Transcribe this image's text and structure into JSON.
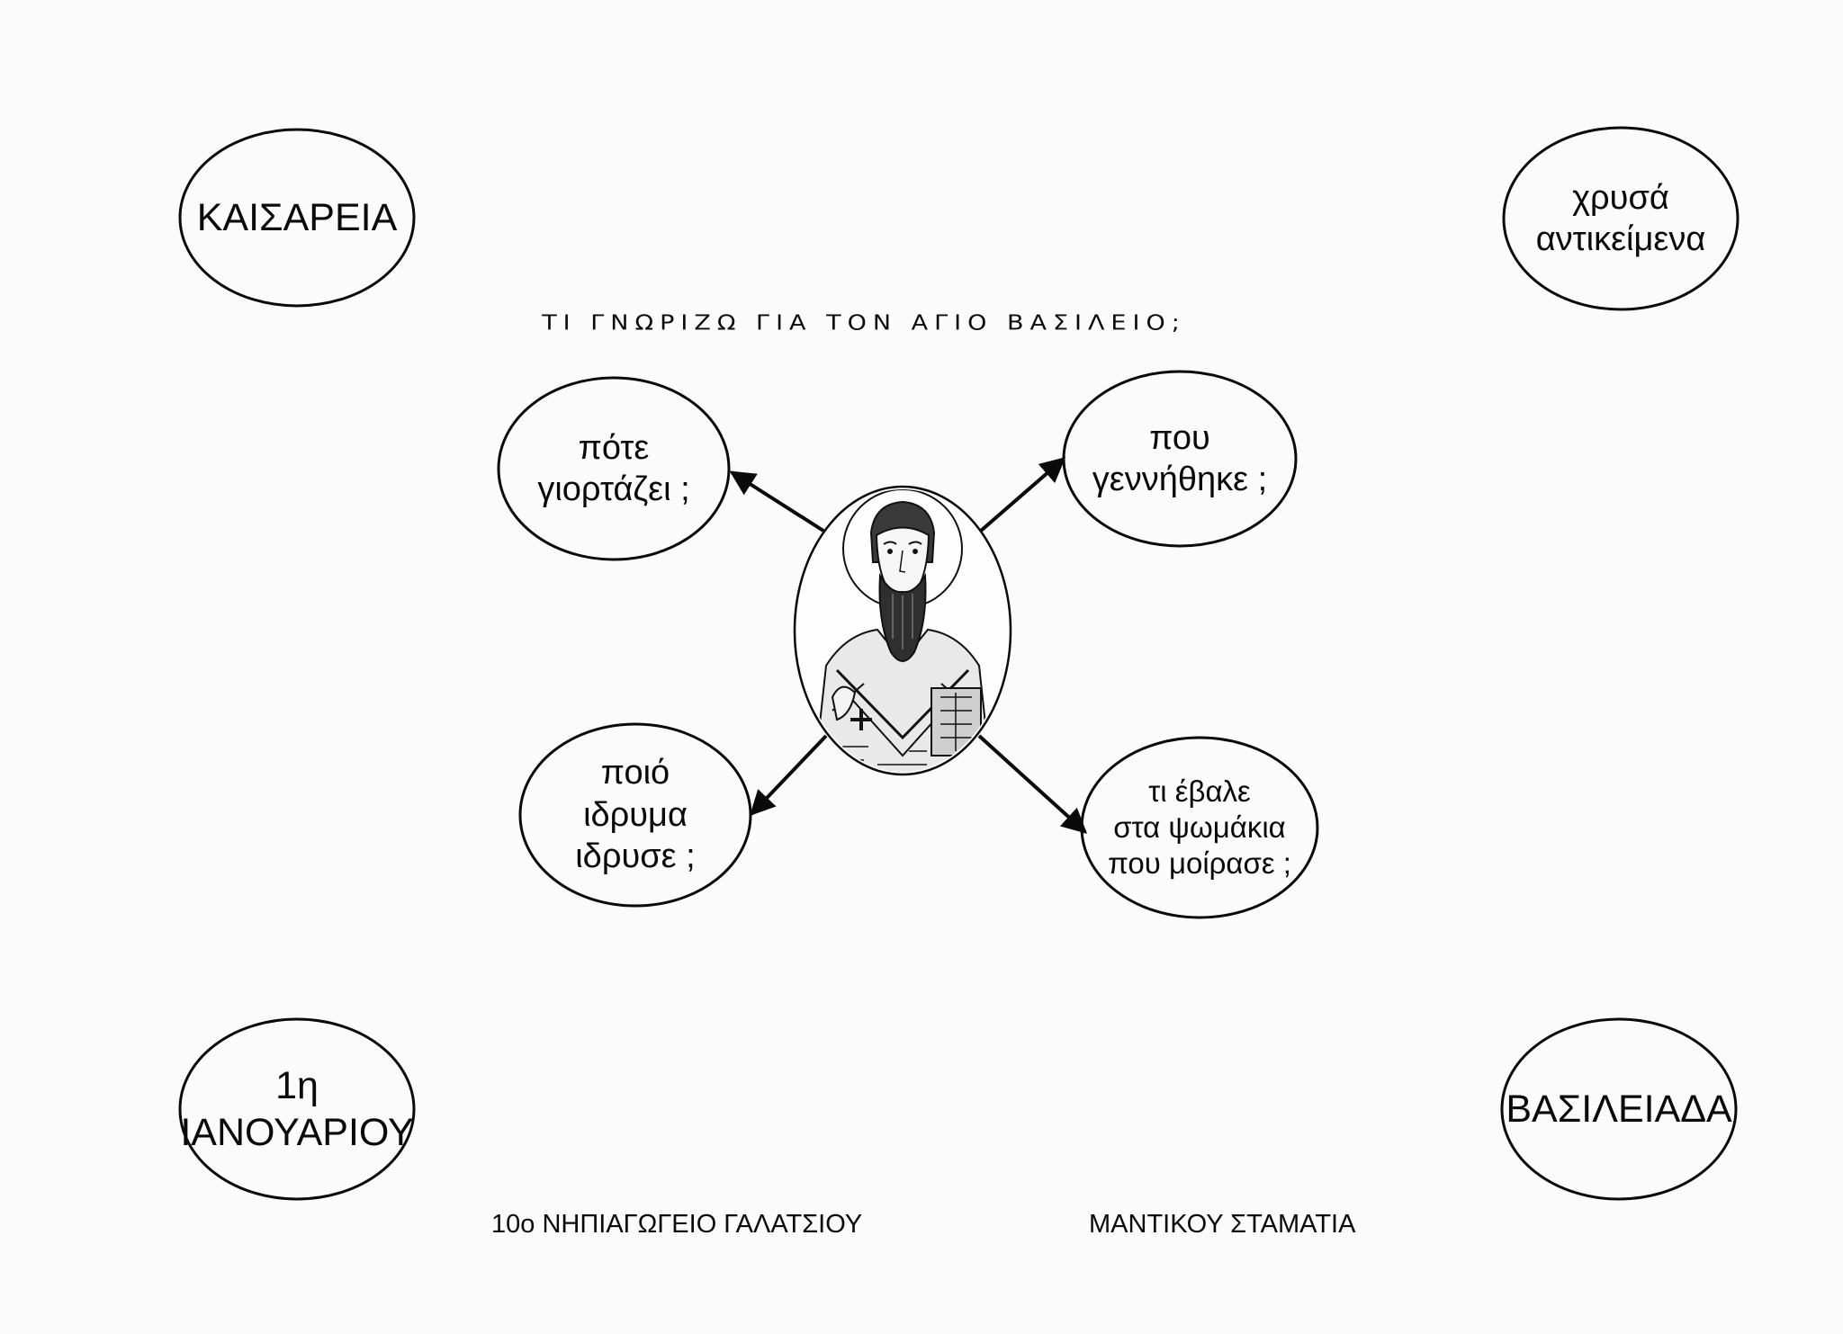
{
  "title": "ΤΙ ΓΝΩΡΙΖΩ ΓΙΑ ΤΟΝ ΑΓΙΟ ΒΑΣΙΛΕΙΟ;",
  "answers": {
    "top_left": "ΚΑΙΣΑΡΕΙΑ",
    "top_right": "χρυσά\nαντικείμενα",
    "bottom_left": "1η\nΙΑΝΟΥΑΡΙΟΥ",
    "bottom_right": "ΒΑΣΙΛΕΙΑΔΑ"
  },
  "questions": {
    "when_celebrates": "πότε\nγιορτάζει ;",
    "where_born": "που\nγεννήθηκε ;",
    "which_institution": "ποιό\nιδρυμα\nιδρυσε ;",
    "what_in_bread": "τι έβαλε\nστα ψωμάκια\nπου μοίρασε ;"
  },
  "center_image": "icon-of-saint-basil",
  "footer": {
    "school": "10ο ΝΗΠΙΑΓΩΓΕΙΟ ΓΑΛΑΤΣΙΟΥ",
    "author": "ΜΑΝΤΙΚΟΥ ΣΤΑΜΑΤΙΑ"
  },
  "colors": {
    "ink": "#0a0a0a",
    "paper": "#fcfbfb"
  }
}
